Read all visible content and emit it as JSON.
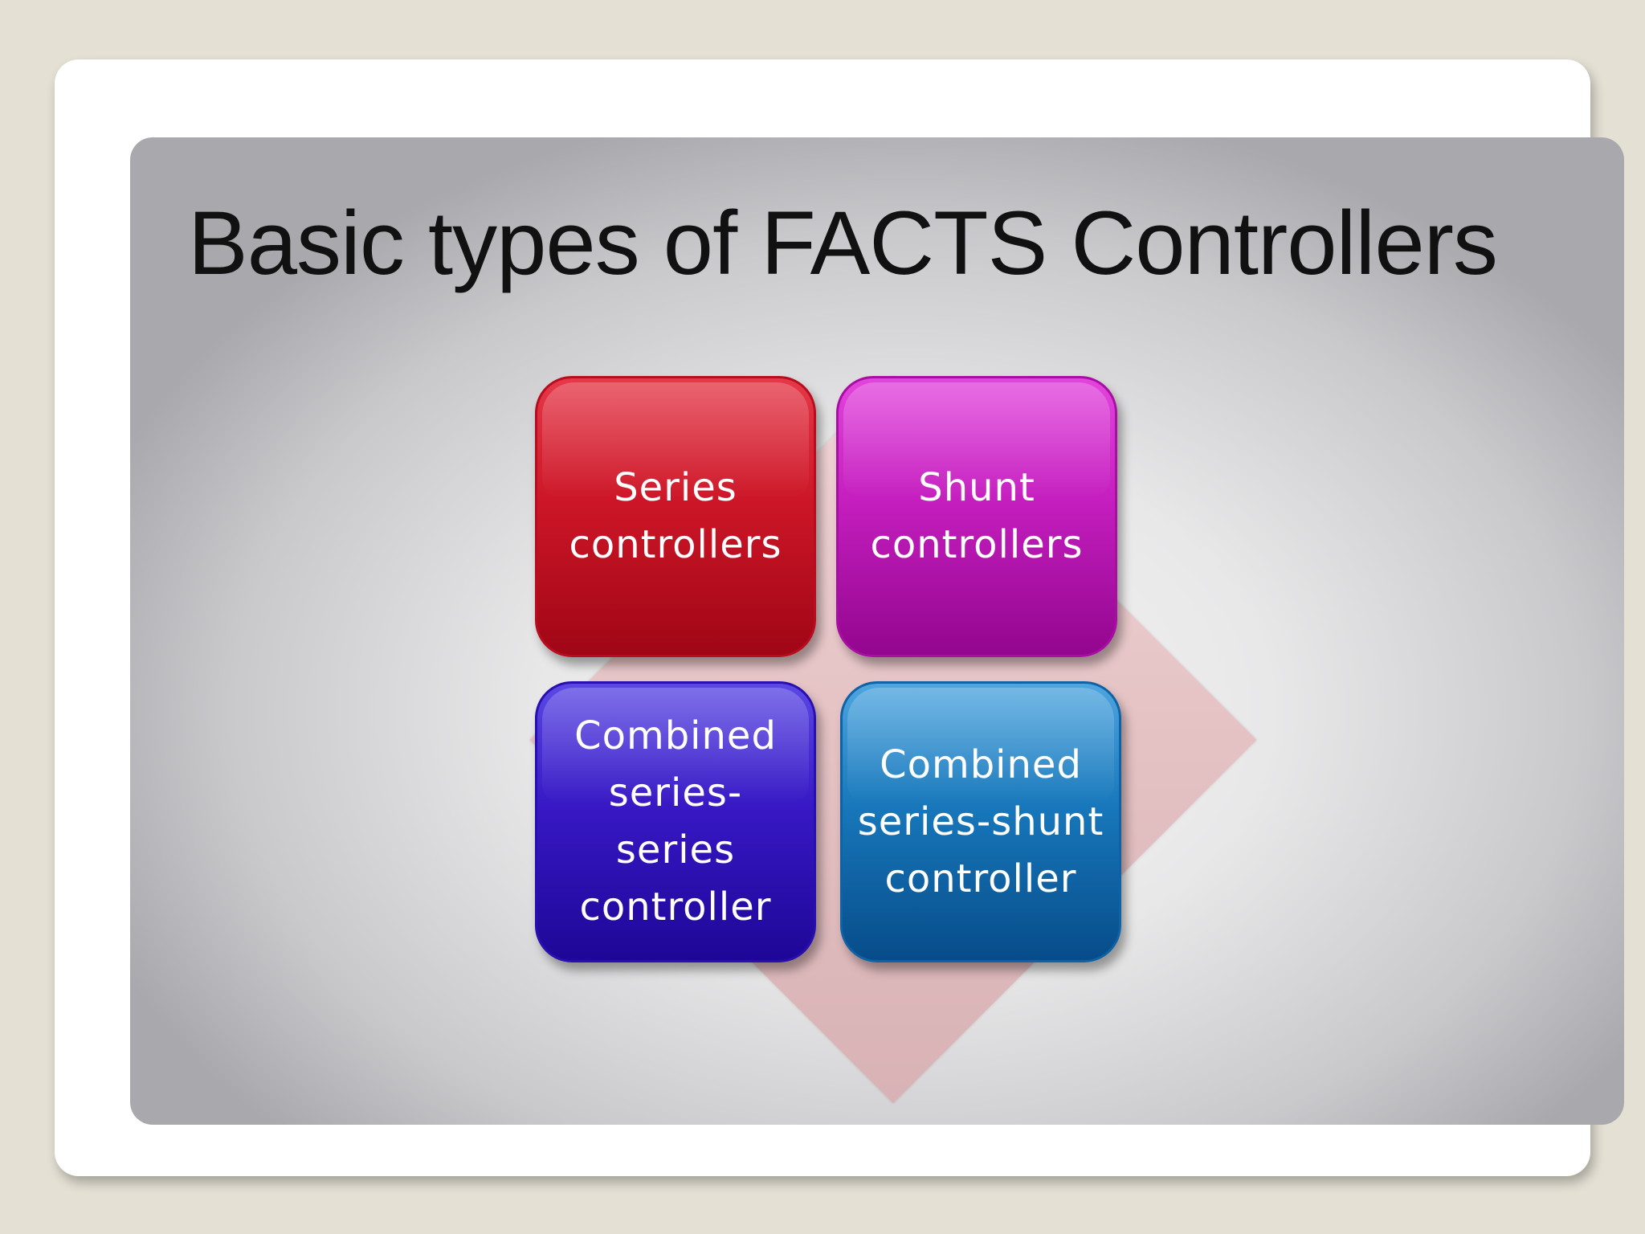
{
  "slide": {
    "title": "Basic types of FACTS Controllers",
    "boxes": [
      {
        "label": "Series controllers",
        "color": "#cc1627"
      },
      {
        "label": "Shunt controllers",
        "color": "#c41ebe"
      },
      {
        "label": "Combined series-series controller",
        "color": "#3718c4"
      },
      {
        "label": "Combined series-shunt controller",
        "color": "#1777ba"
      }
    ]
  }
}
